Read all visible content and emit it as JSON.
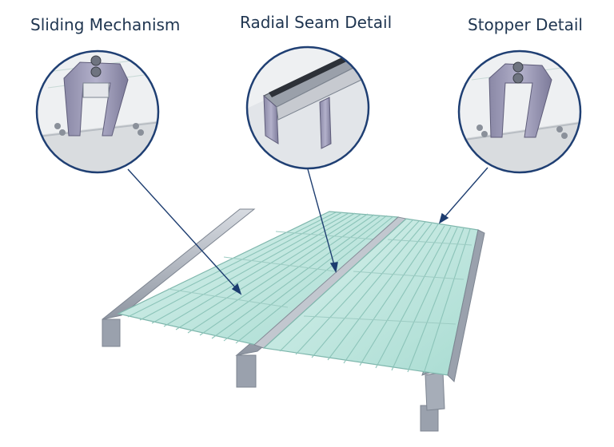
{
  "labels": {
    "sliding": "Sliding Mechanism",
    "radial": "Radial Seam Detail",
    "stopper": "Stopper Detail"
  },
  "colors": {
    "label_text": "#1f3550",
    "leader_line": "#1d3d70",
    "callout_ring": "#1f3f73",
    "steel": "#a8aeb8",
    "panel_glass": "#bfe6df",
    "panel_edge": "#7fb7ad"
  }
}
